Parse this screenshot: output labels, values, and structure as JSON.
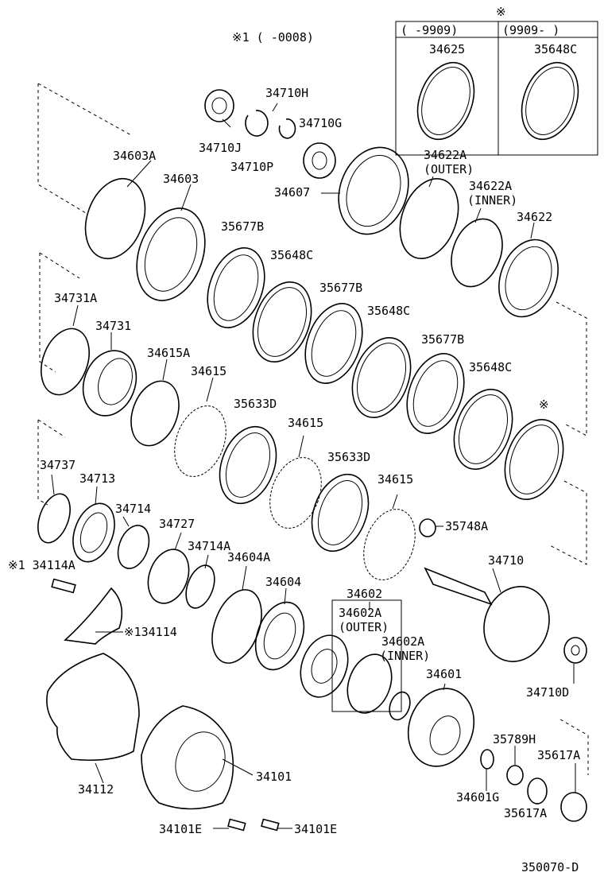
{
  "note_1": "※1 (     -0008)",
  "inset": {
    "marker": "※",
    "col1_header": "(     -9909)",
    "col2_header": "(9909-     )",
    "col1_part": "34625",
    "col2_part": "35648C"
  },
  "labels": {
    "p34710H": "34710H",
    "p34710G": "34710G",
    "p34710J": "34710J",
    "p34710P": "34710P",
    "p34603A": "34603A",
    "p34603": "34603",
    "p34607": "34607",
    "p34622A_outer": "34622A",
    "p34622A_outer_tag": "(OUTER)",
    "p34622A_inner": "34622A",
    "p34622A_inner_tag": "(INNER)",
    "p34622": "34622",
    "p35677B_1": "35677B",
    "p35648C_1": "35648C",
    "p35677B_2": "35677B",
    "p35648C_2": "35648C",
    "p35677B_3": "35677B",
    "p35648C_3": "35648C",
    "p34731A": "34731A",
    "p34731": "34731",
    "p34615A": "34615A",
    "p34615_1": "34615",
    "p35633D_1": "35633D",
    "p34615_2": "34615",
    "p35633D_2": "35633D",
    "p34615_3": "34615",
    "marker_star": "※",
    "p34737": "34737",
    "p34713": "34713",
    "p34714": "34714",
    "p34727": "34727",
    "p34714A": "34714A",
    "p34604A": "34604A",
    "p35748A": "35748A",
    "p34710": "34710",
    "p134114A": "※1 34114A",
    "p34604": "34604",
    "p34602": "34602",
    "p34602A_outer": "34602A",
    "p34602A_outer_tag": "(OUTER)",
    "p34602A_inner": "34602A",
    "p34602A_inner_tag": "(INNER)",
    "p134114": "※134114",
    "p34601": "34601",
    "p34710D": "34710D",
    "p35789H": "35789H",
    "p35617A_1": "35617A",
    "p34101": "34101",
    "p34112": "34112",
    "p34601G": "34601G",
    "p35617A_2": "35617A",
    "p34101E_1": "34101E",
    "p34101E_2": "34101E"
  },
  "footer_code": "350070-D"
}
